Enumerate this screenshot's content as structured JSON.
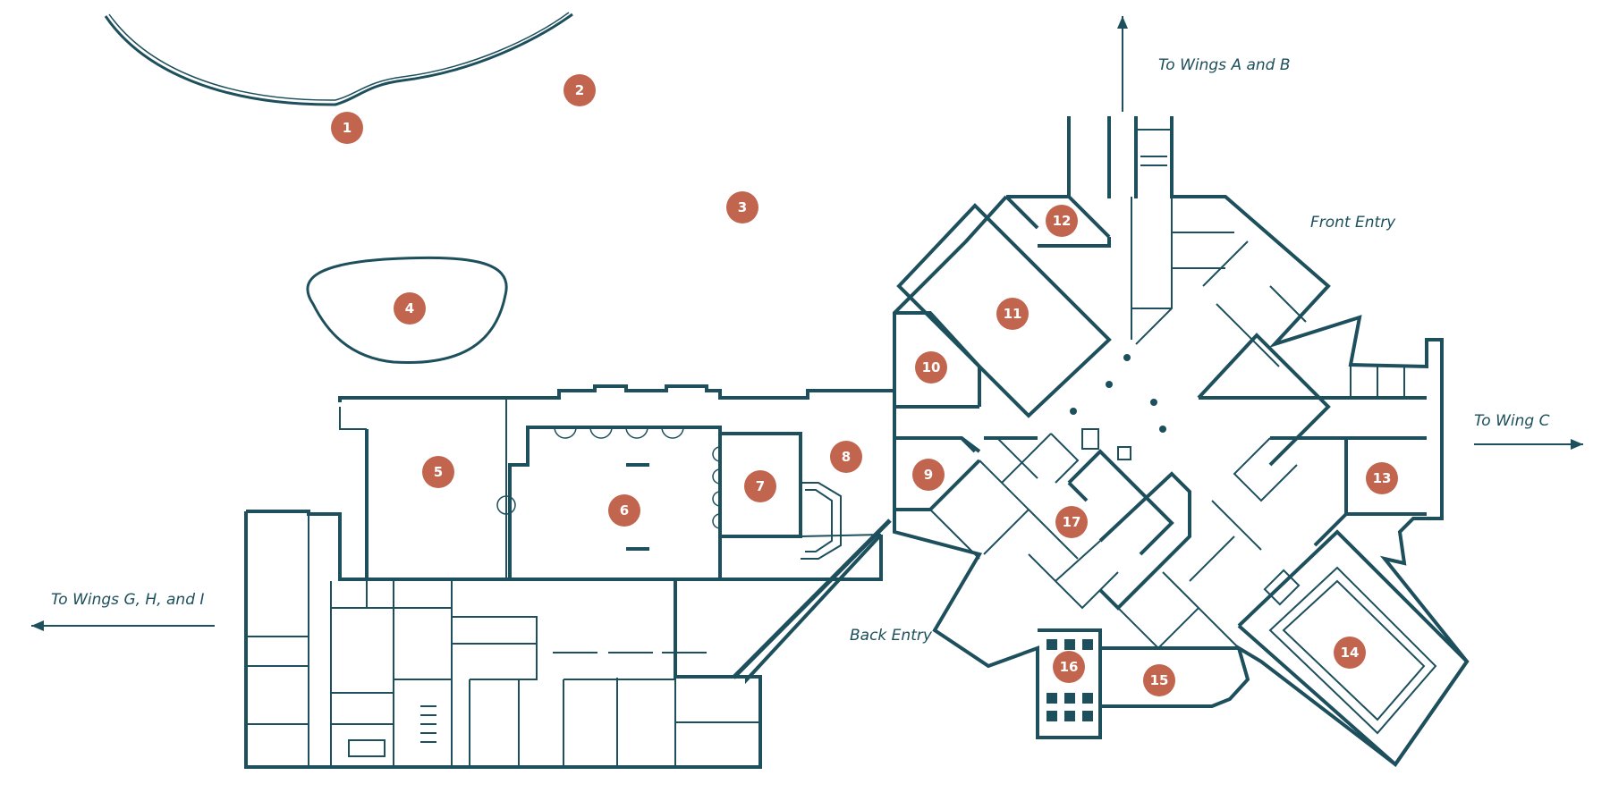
{
  "colors": {
    "wall": "#1d4f5c",
    "marker": "#c1654e",
    "marker_text": "#ffffff",
    "background": "#ffffff"
  },
  "labels": {
    "to_wings_ab": "To Wings A and B",
    "front_entry": "Front Entry",
    "to_wing_c": "To Wing C",
    "back_entry": "Back Entry",
    "to_wings_ghi": "To Wings G, H, and I"
  },
  "markers": [
    "1",
    "2",
    "3",
    "4",
    "5",
    "6",
    "7",
    "8",
    "9",
    "10",
    "11",
    "12",
    "13",
    "14",
    "15",
    "16",
    "17"
  ]
}
